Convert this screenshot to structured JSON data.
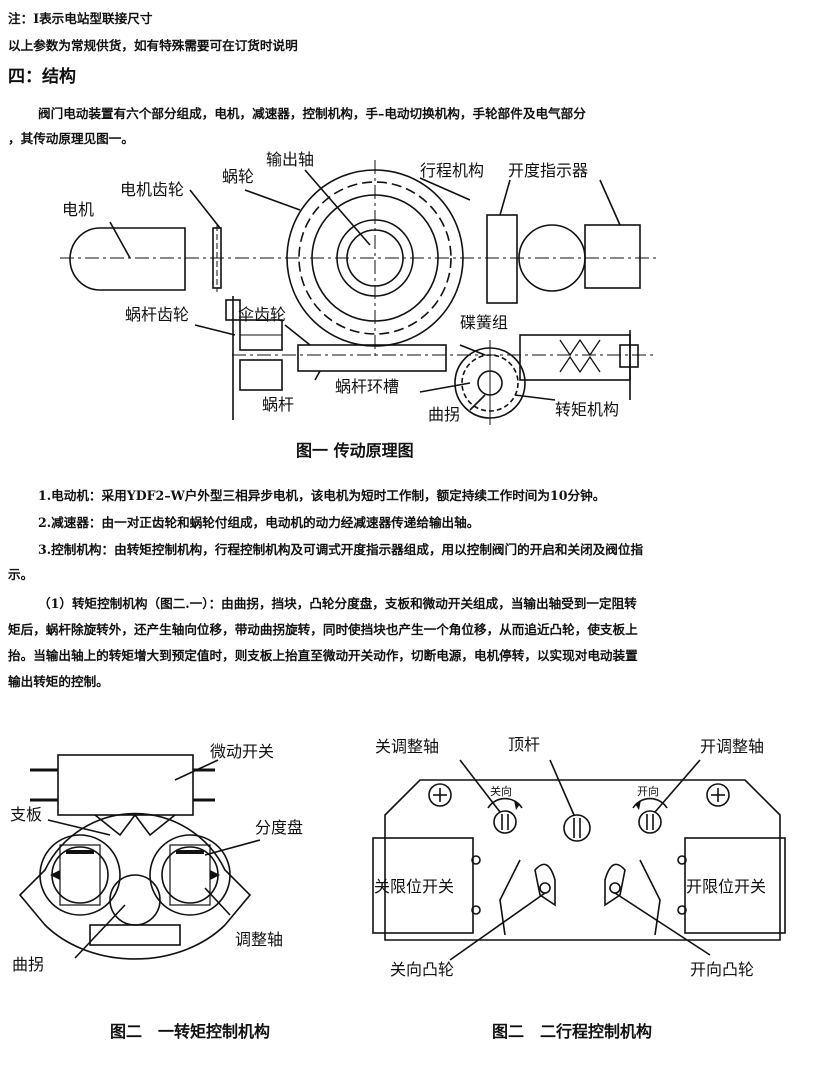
{
  "notes": {
    "note1": "注：I表示电站型联接尺寸",
    "note2": "以上参数为常规供货，如有特殊需要可在订货时说明"
  },
  "section": {
    "heading": "四：结构",
    "intro_line1": "阀门电动装置有六个部分组成，电机，减速器，控制机构，手–电动切换机构，手轮部件及电气部分",
    "intro_line2": "，其传动原理见图一。"
  },
  "figure1": {
    "caption": "图一 传动原理图",
    "labels": {
      "motor": "电机",
      "motor_gear": "电机齿轮",
      "worm_wheel": "蜗轮",
      "output_shaft": "输出轴",
      "travel_mech": "行程机构",
      "opening_indicator": "开度指示器",
      "worm_gear": "蜗杆齿轮",
      "bevel_gear": "伞齿轮",
      "disc_spring": "碟簧组",
      "worm": "蜗杆",
      "worm_groove": "蜗杆环槽",
      "crank": "曲拐",
      "torque_mech": "转矩机构"
    }
  },
  "items": {
    "item1": "1.电动机：采用YDF2–W户外型三相异步电机，该电机为短时工作制，额定持续工作时间为10分钟。",
    "item2": "2.减速器：由一对正齿轮和蜗轮付组成，电动机的动力经减速器传递给输出轴。",
    "item3_line1": "3.控制机构：由转矩控制机构，行程控制机构及可调式开度指示器组成，用以控制阀门的开启和关闭及阀位指",
    "item3_line2": "示。",
    "sub1_line1": "（1）转矩控制机构（图二.一）：由曲拐，挡块，凸轮分度盘，支板和微动开关组成，当输出轴受到一定阻转",
    "sub1_line2": "矩后，蜗杆除旋转外，还产生轴向位移，带动曲拐旋转，同时使挡块也产生一个角位移，从而追近凸轮，使支板上",
    "sub1_line3": "抬。当输出轴上的转矩增大到预定值时，则支板上抬直至微动开关动作，切断电源，电机停转，以实现对电动装置",
    "sub1_line4": "输出转矩的控制。"
  },
  "figure2a": {
    "caption": "图二　一转矩控制机构",
    "labels": {
      "micro_switch": "微动开关",
      "support_plate": "支板",
      "index_plate": "分度盘",
      "adjust_shaft": "调整轴",
      "crank": "曲拐"
    }
  },
  "figure2b": {
    "caption": "图二　二行程控制机构",
    "labels": {
      "close_adjust_shaft": "关调整轴",
      "push_rod": "顶杆",
      "open_adjust_shaft": "开调整轴",
      "close_direction": "关向",
      "open_direction": "开向",
      "close_limit_switch": "关限位开关",
      "open_limit_switch": "开限位开关",
      "close_cam": "关向凸轮",
      "open_cam": "开向凸轮"
    }
  }
}
